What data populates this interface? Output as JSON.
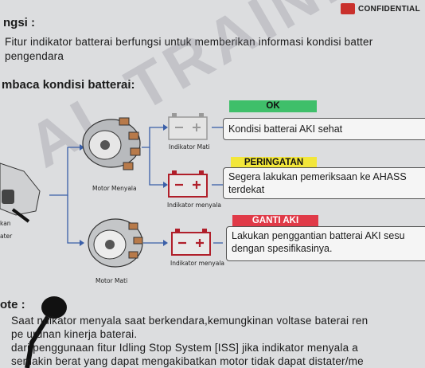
{
  "confidential": "CONFIDENTIAL",
  "heading_fungsi": "ngsi :",
  "fungsi_line1": "Fitur  indikator  batterai  berfungsi  untuk  memberikan  informasi  kondisi  batter",
  "fungsi_line2": "pengendara",
  "heading_cara": "mbaca kondisi batterai:",
  "watermark": "AL TRAINING DEPT",
  "left_labels": {
    "a": "kan",
    "b": "ater"
  },
  "motors": [
    {
      "label": "Motor Menyala"
    },
    {
      "label": "Motor Mati"
    }
  ],
  "indicators": [
    {
      "label": "Indikator Mati",
      "state": "off"
    },
    {
      "label": "Indikator menyala",
      "state": "on"
    },
    {
      "label": "Indikator menyala",
      "state": "on"
    }
  ],
  "statuses": [
    {
      "tag": "OK",
      "tag_color": "#3fbf6a",
      "tag_text_color": "#111111",
      "line1": "Kondisi batterai AKI sehat",
      "line2": ""
    },
    {
      "tag": "PERINGATAN",
      "tag_color": "#f2e63a",
      "tag_text_color": "#111111",
      "line1": "Segera lakukan pemeriksaan ke AHASS",
      "line2": "terdekat"
    },
    {
      "tag": "GANTI AKI",
      "tag_color": "#e03a48",
      "tag_text_color": "#ffffff",
      "line1": "Lakukan penggantian batterai AKI sesu",
      "line2": "dengan spesifikasinya."
    }
  ],
  "heading_note": "ote :",
  "note_lines": [
    "Saat     ndikator  menyala  saat  berkendara,kemungkinan  voltase  baterai  ren",
    "pe  urunan kinerja baterai.",
    "     dari  penggunaan  fitur  Idling Stop System   [ISS]  jika indikator menyala  a",
    "   semakin berat yang dapat mengakibatkan motor tidak dapat distater/me"
  ]
}
